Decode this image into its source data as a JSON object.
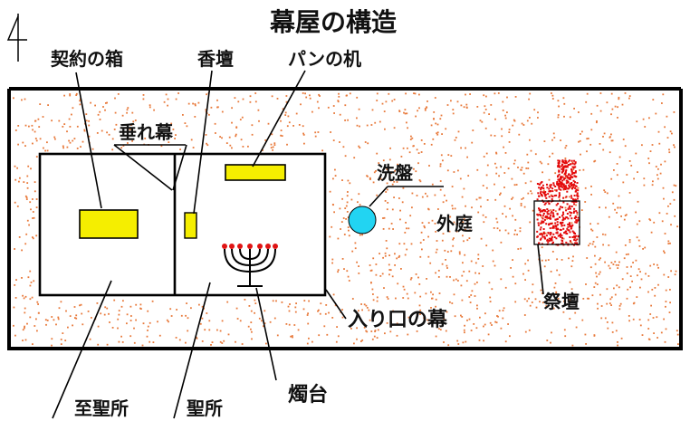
{
  "title": "幕屋の構造",
  "north_mark": "4",
  "labels": {
    "ark": "契約の箱",
    "incense": "香壇",
    "bread_table": "パンの机",
    "veil": "垂れ幕",
    "laver": "洗盤",
    "outer_court": "外庭",
    "altar": "祭壇",
    "entrance_curtain": "入り口の幕",
    "lampstand": "燭台",
    "holy_of_holies": "至聖所",
    "holy_place": "聖所"
  },
  "colors": {
    "court_dots": "#e8793a",
    "gold": "#f5ee00",
    "laver": "#22d4f2",
    "altar": "#e30a0a",
    "candle_flame": "#e01414",
    "line": "#000000"
  }
}
